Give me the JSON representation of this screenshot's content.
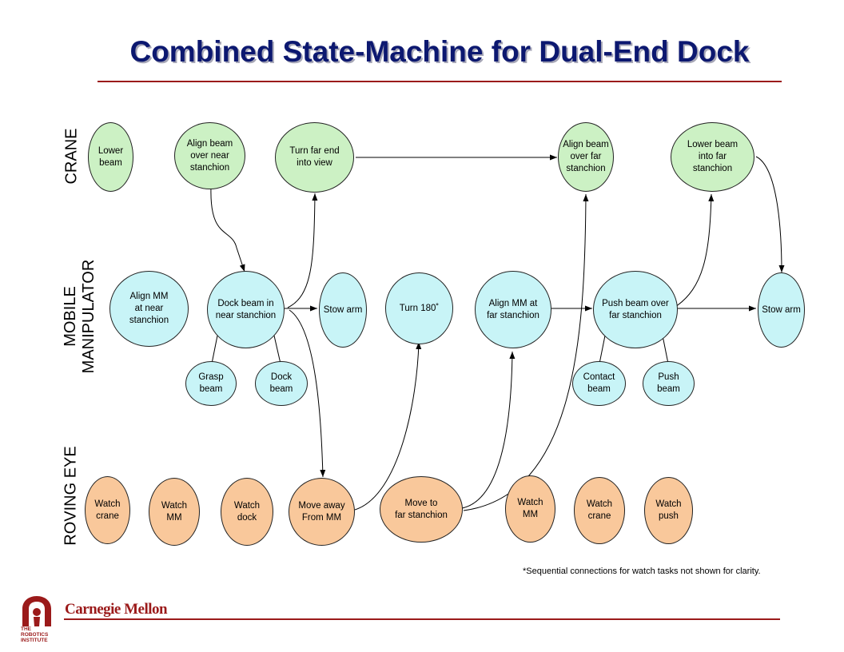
{
  "title": "Combined State-Machine for Dual-End Dock",
  "lanes": {
    "crane": "CRANE",
    "mm_line1": "MOBILE",
    "mm_line2": "MANIPULATOR",
    "eye": "ROVING EYE"
  },
  "nodes": {
    "lower_beam": "Lower\nbeam",
    "align_beam_near": "Align beam\nover near\nstanchion",
    "turn_far_end": "Turn far end\ninto view",
    "align_beam_far": "Align beam\nover far\nstanchion",
    "lower_beam_far": "Lower beam\ninto far\nstanchion",
    "align_mm_near": "Align MM\nat near\nstanchion",
    "dock_beam_near": "Dock beam in\nnear stanchion",
    "stow_arm_1": "Stow arm",
    "turn_180": "Turn 180˚",
    "align_mm_far": "Align MM at\nfar stanchion",
    "push_beam_far": "Push beam over\nfar stanchion",
    "stow_arm_2": "Stow arm",
    "grasp_beam": "Grasp\nbeam",
    "dock_beam": "Dock\nbeam",
    "contact_beam": "Contact\nbeam",
    "push_beam": "Push\nbeam",
    "watch_crane_1": "Watch\ncrane",
    "watch_mm_1": "Watch\nMM",
    "watch_dock": "Watch\ndock",
    "move_away": "Move away\nFrom MM",
    "move_to_far": "Move to\nfar stanchion",
    "watch_mm_2": "Watch\nMM",
    "watch_crane_2": "Watch\ncrane",
    "watch_push": "Watch\npush"
  },
  "note": "*Sequential connections for watch tasks not shown for clarity.",
  "logo": {
    "brand": "Carnegie Mellon",
    "institute": "THE ROBOTICS INSTITUTE"
  },
  "colors": {
    "title": "#0c1870",
    "rule": "#9b1a1a",
    "crane_fill": "#ccf1c4",
    "mm_fill": "#c8f4f7",
    "eye_fill": "#f9c89b"
  }
}
